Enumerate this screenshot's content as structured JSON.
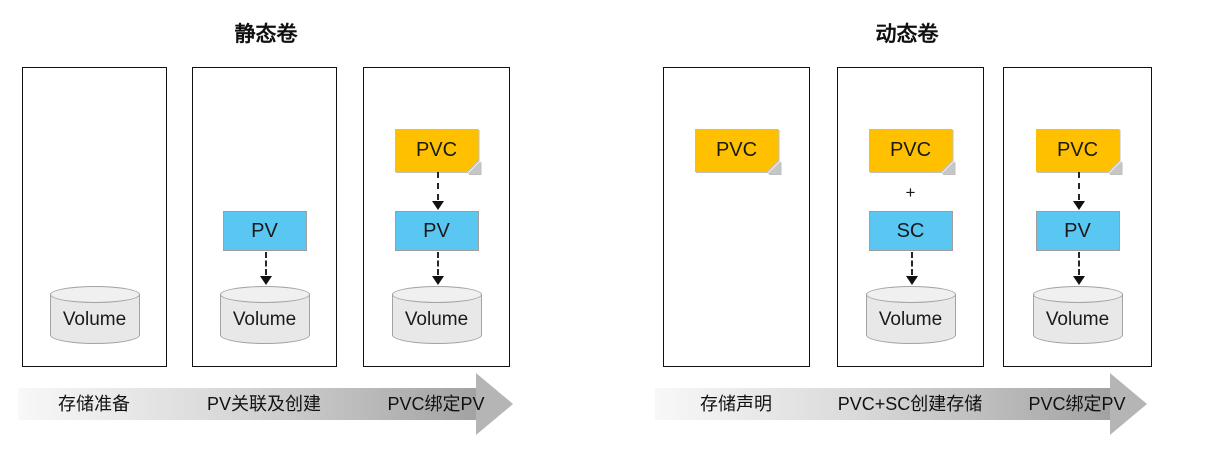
{
  "diagram": {
    "left": {
      "title": "静态卷",
      "panels": {
        "p1": {
          "volume": "Volume"
        },
        "p2": {
          "pv": "PV",
          "volume": "Volume"
        },
        "p3": {
          "pvc": "PVC",
          "pv": "PV",
          "volume": "Volume"
        }
      },
      "steps": {
        "s1": "存储准备",
        "s2": "PV关联及创建",
        "s3": "PVC绑定PV"
      }
    },
    "right": {
      "title": "动态卷",
      "panels": {
        "p1": {
          "pvc": "PVC"
        },
        "p2": {
          "pvc": "PVC",
          "plus": "+",
          "sc": "SC",
          "volume": "Volume"
        },
        "p3": {
          "pvc": "PVC",
          "pv": "PV",
          "volume": "Volume"
        }
      },
      "steps": {
        "s1": "存储声明",
        "s2": "PVC+SC创建存储",
        "s3": "PVC绑定PV"
      }
    },
    "colors": {
      "pvc_fill": "#FFC000",
      "pv_sc_fill": "#59C7F2",
      "volume_fill": "#E8E8E8",
      "banner_gradient_start": "#F8F8F8",
      "banner_gradient_end": "#A2A2A2",
      "banner_arrowhead": "#B5B5B5",
      "panel_border": "#111111",
      "text": "#1A1A1A"
    }
  }
}
